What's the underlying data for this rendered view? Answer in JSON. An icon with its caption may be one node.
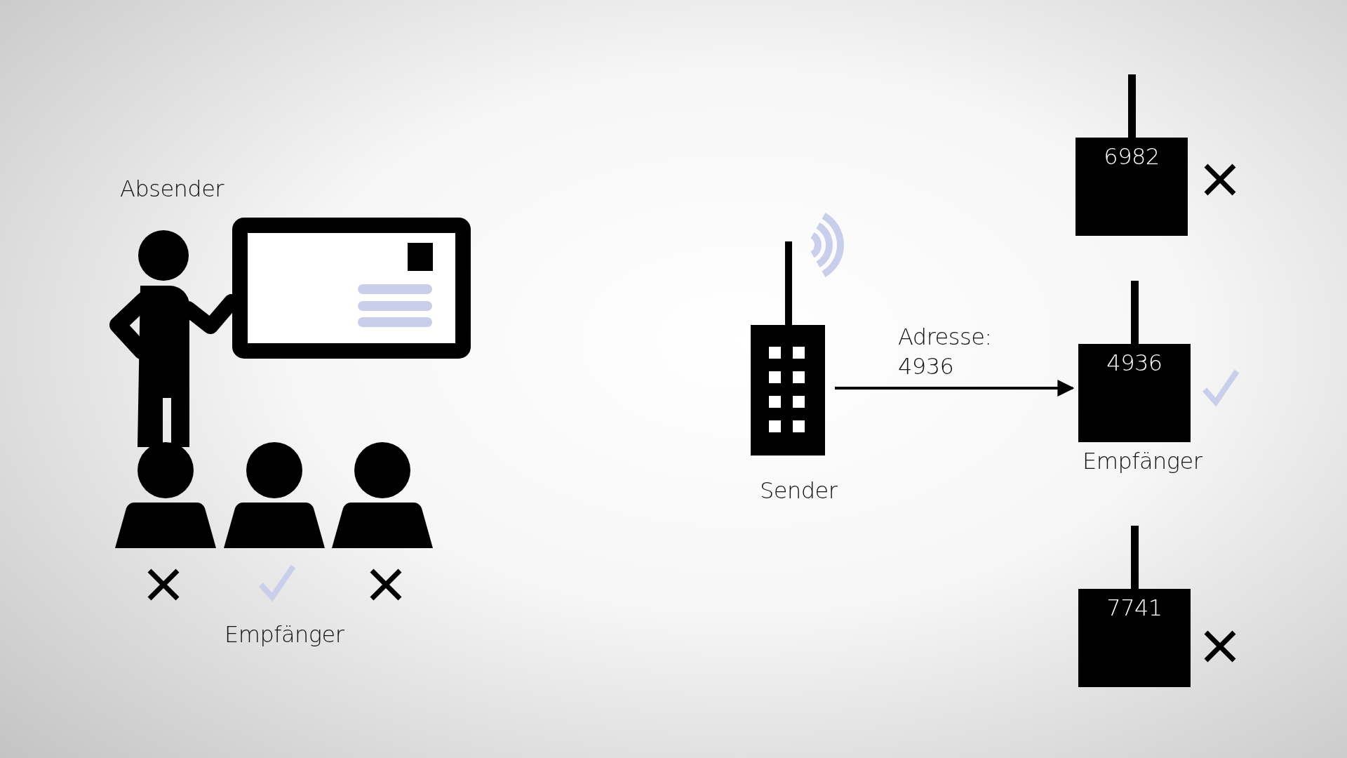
{
  "diagram": {
    "nodes": [
      {
        "text": [],
        "shape": "box",
        "beside": [
          "Sender"
        ]
      },
      {
        "text": [
          "6982"
        ]
      },
      {
        "text": [
          "4936"
        ],
        "beside": [
          "Empfänger"
        ]
      },
      {
        "text": [
          "7741"
        ]
      }
    ],
    "edges": [
      {
        "from": 0,
        "to": 2,
        "arrow": "to",
        "label": "Adresse: 4936"
      }
    ],
    "labels": [
      "Absender",
      "Empfänger"
    ]
  }
}
